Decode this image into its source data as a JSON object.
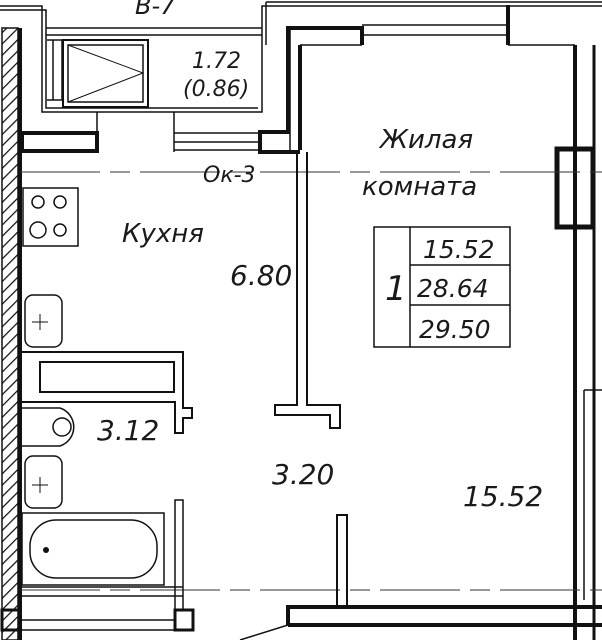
{
  "plan": {
    "ventilation_label": "В-7",
    "balcony_area": "1.72",
    "balcony_area_reduced": "(0.86)",
    "window_label": "Ок-3",
    "kitchen": {
      "name": "Кухня",
      "area": "6.80"
    },
    "living_room": {
      "name_line1": "Жилая",
      "name_line2": "комната",
      "area": "15.52"
    },
    "bathroom_area": "3.12",
    "hallway_area": "3.20",
    "apartment_table": {
      "number": "1",
      "living_area": "15.52",
      "total_area": "28.64",
      "total_area_with_balcony": "29.50"
    }
  },
  "colors": {
    "line": "#111111",
    "background": "#ffffff"
  }
}
